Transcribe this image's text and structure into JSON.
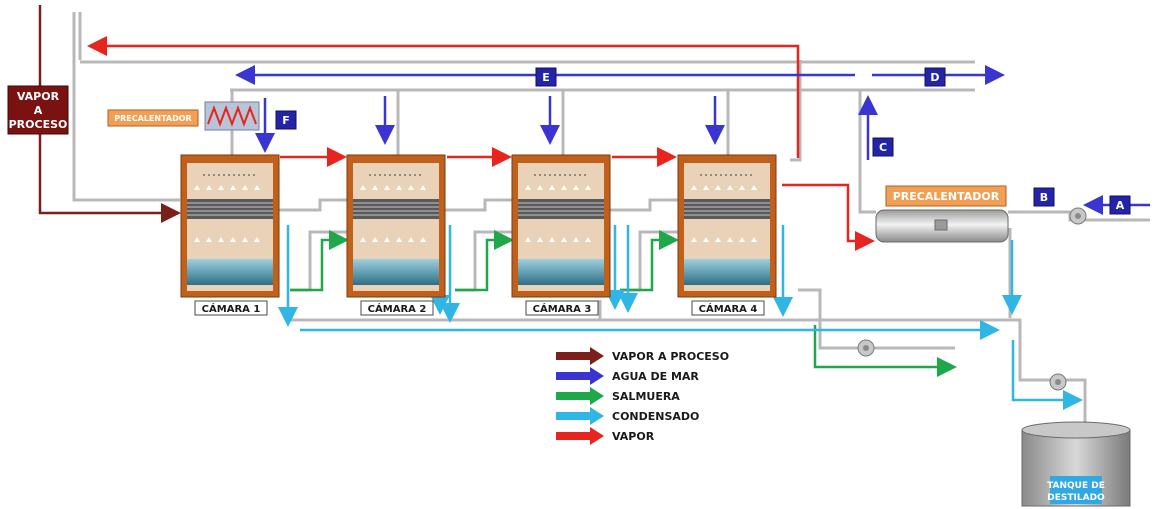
{
  "labels": {
    "vapor_proceso": [
      "VAPOR",
      "A",
      "PROCESO"
    ],
    "precalentador_small": "PRECALENTADOR",
    "precalentador_big": "PRECALENTADOR",
    "tanque": [
      "TANQUE DE",
      "DESTILADO"
    ]
  },
  "markers": [
    "A",
    "B",
    "C",
    "D",
    "E",
    "F"
  ],
  "chambers": [
    "CÁMARA 1",
    "CÁMARA 2",
    "CÁMARA 3",
    "CÁMARA 4"
  ],
  "legend": [
    {
      "label": "VAPOR A PROCESO",
      "color": "#7a1f1a"
    },
    {
      "label": "AGUA DE MAR",
      "color": "#3a35d0"
    },
    {
      "label": "SALMUERA",
      "color": "#1fa84a"
    },
    {
      "label": "CONDENSADO",
      "color": "#2fb6e4"
    },
    {
      "label": "VAPOR",
      "color": "#e8241e"
    }
  ],
  "colors": {
    "vapor_proceso": "#7a1f1a",
    "agua_de_mar": "#3a35d0",
    "salmuera": "#1fa84a",
    "condensado": "#2fb6e4",
    "vapor": "#e8241e",
    "chamber_frame": "#c0601a",
    "chamber_fill": "#ead2b8",
    "brine": "#3c8fa8",
    "marker": "#2424a8",
    "pipe": "#b8b8b8",
    "precalentador_label": "#f0a054"
  }
}
